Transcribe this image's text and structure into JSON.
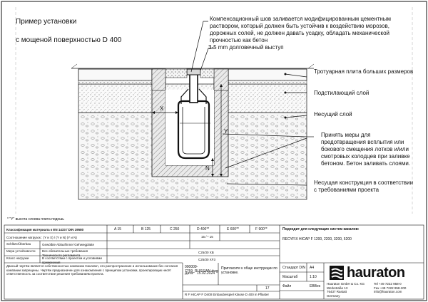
{
  "title": [
    "Пример установки",
    "с мощеной поверхностью  D 400"
  ],
  "annotations": {
    "joint_note": "Компенсационный шов заливается модифицированным цементным раствором, который должен быть устойчив к воздействию морозов, дорожных солей, не должен давать усадку, обладать механической прочностью как бетон",
    "offset_note": "3-5 mm долговечный выступ",
    "paving": "Тротуарная плита больших размеров",
    "base_layer": "Подстилающий слой",
    "bearing_layer": "Несущий слой",
    "measures": "Принять меры для предотвращения всплытия или бокового смещения лотков и/или смотровых колодцев при заливке бетоном. Бетон заливать слоями.",
    "bearing_structure": "Несущая конструкция в соответствии с требованиями проекта"
  },
  "dims": {
    "x": "X",
    "y": "Y",
    "n": "N"
  },
  "footnote": "* \"Y\" высота слоева плита подошь",
  "class_table": {
    "row1_label": "Классификация материала к EN 1433 / DIN 19580",
    "row2_label": "Соотношение нагрузок : (Y и X) / (Y и N) (Y и N)",
    "classes": [
      "A 15",
      "B 125",
      "C 250",
      "D 400**",
      "E 600**",
      "F 900**"
    ],
    "ratio": "15 / * 15",
    "c_row": [
      "C25/30 XB",
      "C25/30 XF3"
    ]
  },
  "left_block": {
    "rows": [
      [
        "Schlitze/Überbau",
        "Gewölbte Ablaufrinne/ Gehwegplatte"
      ],
      [
        "Мера устойчивости",
        "Все обязательные требования Технического регламента"
      ],
      [
        "Класс нагрузки",
        "В соответствии с проектом и условиями применения"
      ]
    ],
    "legal": "Данный чертёж является собственностью компании Hauraton, его распространение и использование без согласия компании запрещены. Чертёж предназначен для ознакомления с принципом установки, проектировщик несёт ответственность за соответствие решения требованиям проекта."
  },
  "center_block": {
    "doc_no": "000009-7759_RUSSIAN.dwg",
    "date_label": "Дата:",
    "date": "15.02.2024",
    "note": "Пригласите к обще инструкции по установке.",
    "sheet": "17",
    "file": "R F HICAP F D400 Einbaubeispiel Klasse D 400 in Pflaster"
  },
  "right_block": {
    "title": "Подходит для следующих систем каналов:",
    "products": "RECYFIX HICAP F 1200, 2200, 3200, 5200",
    "standard_label": "Стандарт DIN",
    "standard_value": "A4",
    "scale_label": "Масштаб",
    "scale_value": "1:10",
    "format_label": "Файл",
    "format_value": "EBBes",
    "company": "hauraton",
    "address": "Hauraton GmbH & Co. KG\nWerkstraße 13\n76437 Rastatt\nGermany",
    "contacts": "Tel +49 7222 958-0\nFax +49 7222 958-200\ninfo@hauraton.com"
  },
  "colors": {
    "line": "#111111",
    "soil": "#f1f1f1",
    "hatch": "#444444"
  }
}
